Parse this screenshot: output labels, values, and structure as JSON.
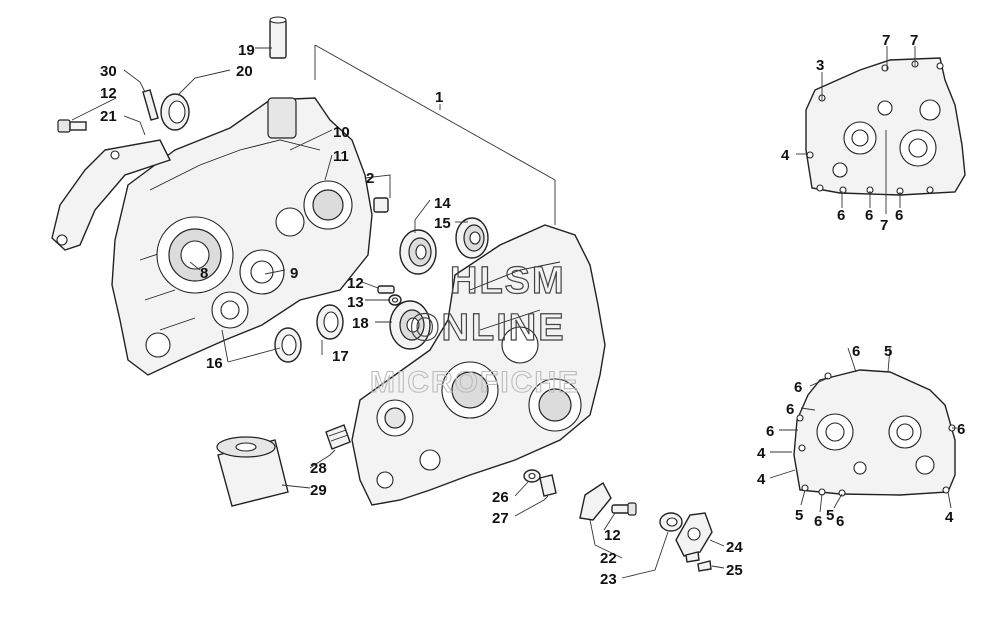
{
  "watermark": {
    "line1": "HLSM",
    "line2": "ONLINE",
    "line3": "MICROFICHE"
  },
  "callouts": {
    "c1": "1",
    "c2": "2",
    "c3": "3",
    "c4": "4",
    "c5": "5",
    "c6": "6",
    "c7": "7",
    "c8": "8",
    "c9": "9",
    "c10": "10",
    "c11": "11",
    "c12": "12",
    "c13": "13",
    "c14": "14",
    "c15": "15",
    "c16": "16",
    "c17": "17",
    "c18": "18",
    "c19": "19",
    "c20": "20",
    "c21": "21",
    "c22": "22",
    "c23": "23",
    "c24": "24",
    "c25": "25",
    "c26": "26",
    "c27": "27",
    "c28": "28",
    "c29": "29",
    "c30": "30"
  }
}
